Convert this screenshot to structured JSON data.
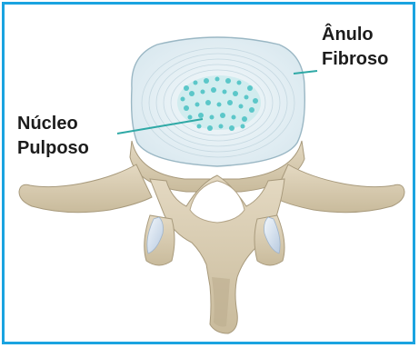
{
  "labels": {
    "annulus": {
      "line1": "Ânulo",
      "line2": "Fibroso"
    },
    "nucleus": {
      "line1": "Núcleo",
      "line2": "Pulposo"
    }
  },
  "colors": {
    "frame_border": "#1aa3e0",
    "bone": "#d8ccb2",
    "bone_shadow": "#b7a88a",
    "disc": "#e9f2f6",
    "disc_rings": "#c5d8e1",
    "nucleus": "#5bc7c9",
    "pointer_line": "#2fa9a6",
    "label_text": "#1c1c1c"
  }
}
